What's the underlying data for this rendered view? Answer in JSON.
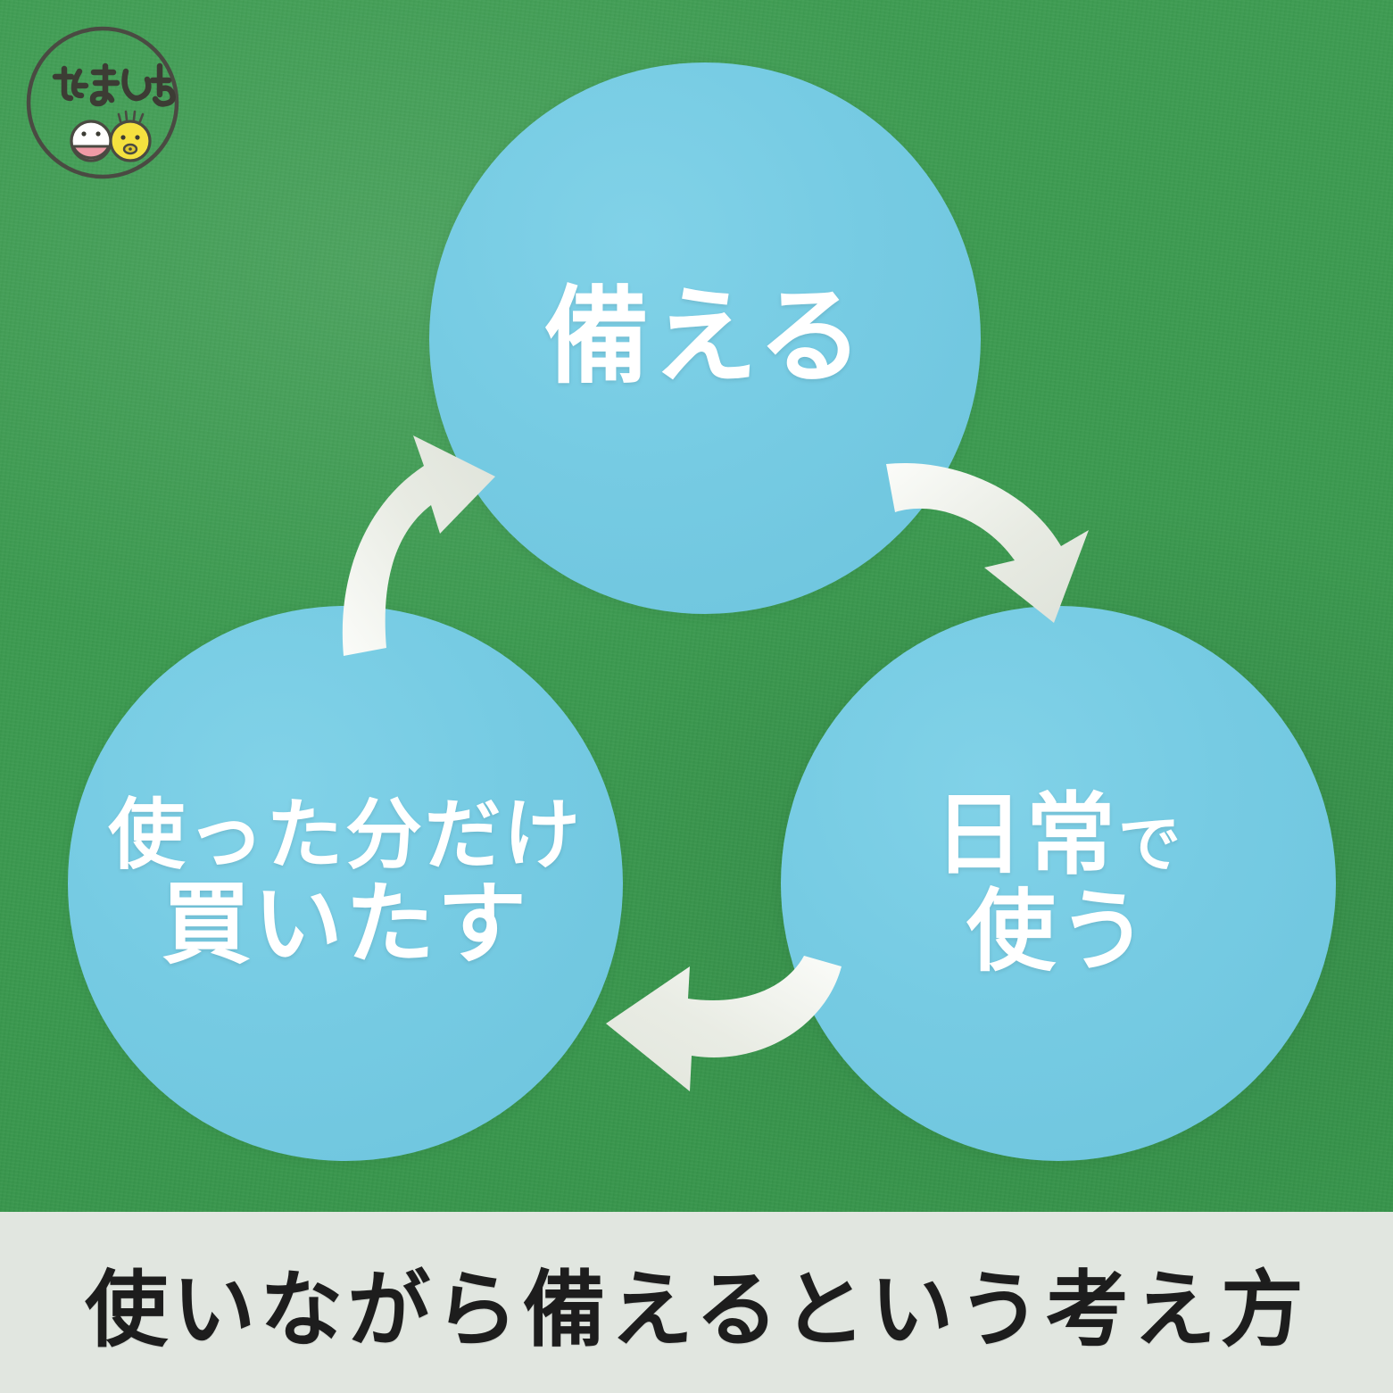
{
  "colors": {
    "background_green": "#3c9a50",
    "bubble_blue": "#76cbe3",
    "arrow_white": "#eceee7",
    "caption_band": "#e1e6e0",
    "caption_text": "#1d1d1d",
    "bubble_text": "#ffffff",
    "logo_outline": "#4a4a42",
    "logo_chick_yellow": "#f5e13f",
    "logo_mouth_pink": "#ef9aa6"
  },
  "logo": {
    "name": "tamahiyo-logo",
    "wordmark": "たまひよ",
    "characters": [
      "egg-face",
      "chick-face"
    ]
  },
  "cycle": {
    "nodes": [
      {
        "id": "prepare",
        "position": "top",
        "lines": [
          {
            "text": "備える",
            "size": "big"
          }
        ]
      },
      {
        "id": "use-daily",
        "position": "right",
        "lines": [
          {
            "text": "日常",
            "size": "mid",
            "suffix": "で",
            "suffix_size": "tiny"
          },
          {
            "text": "使う",
            "size": "mid"
          }
        ]
      },
      {
        "id": "rebuy",
        "position": "left",
        "lines": [
          {
            "text": "使った分だけ",
            "size": "small"
          },
          {
            "text": "買いたす",
            "size": "mid"
          }
        ]
      }
    ],
    "arrows": [
      {
        "id": "arrow-rebuy-to-prepare",
        "label": "curved-arrow-up-right-icon",
        "from": "rebuy",
        "to": "prepare"
      },
      {
        "id": "arrow-prepare-to-use",
        "label": "curved-arrow-down-right-icon",
        "from": "prepare",
        "to": "use-daily"
      },
      {
        "id": "arrow-use-to-rebuy",
        "label": "curved-arrow-left-icon",
        "from": "use-daily",
        "to": "rebuy"
      }
    ]
  },
  "caption": {
    "text": "使いながら備えるという考え方"
  }
}
